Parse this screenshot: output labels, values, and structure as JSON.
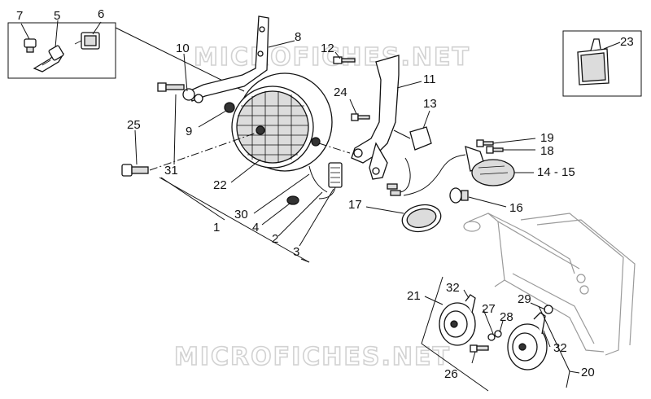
{
  "watermarks": [
    "MICROFICHES.NET",
    "MICROFICHES.NET"
  ],
  "callouts": [
    "7",
    "5",
    "6",
    "8",
    "10",
    "12",
    "11",
    "24",
    "13",
    "9",
    "25",
    "31",
    "22",
    "30",
    "4",
    "1",
    "2",
    "3",
    "17",
    "16",
    "19",
    "18",
    "14 - 15",
    "23",
    "21",
    "32",
    "27",
    "28",
    "29",
    "26",
    "32",
    "20"
  ]
}
